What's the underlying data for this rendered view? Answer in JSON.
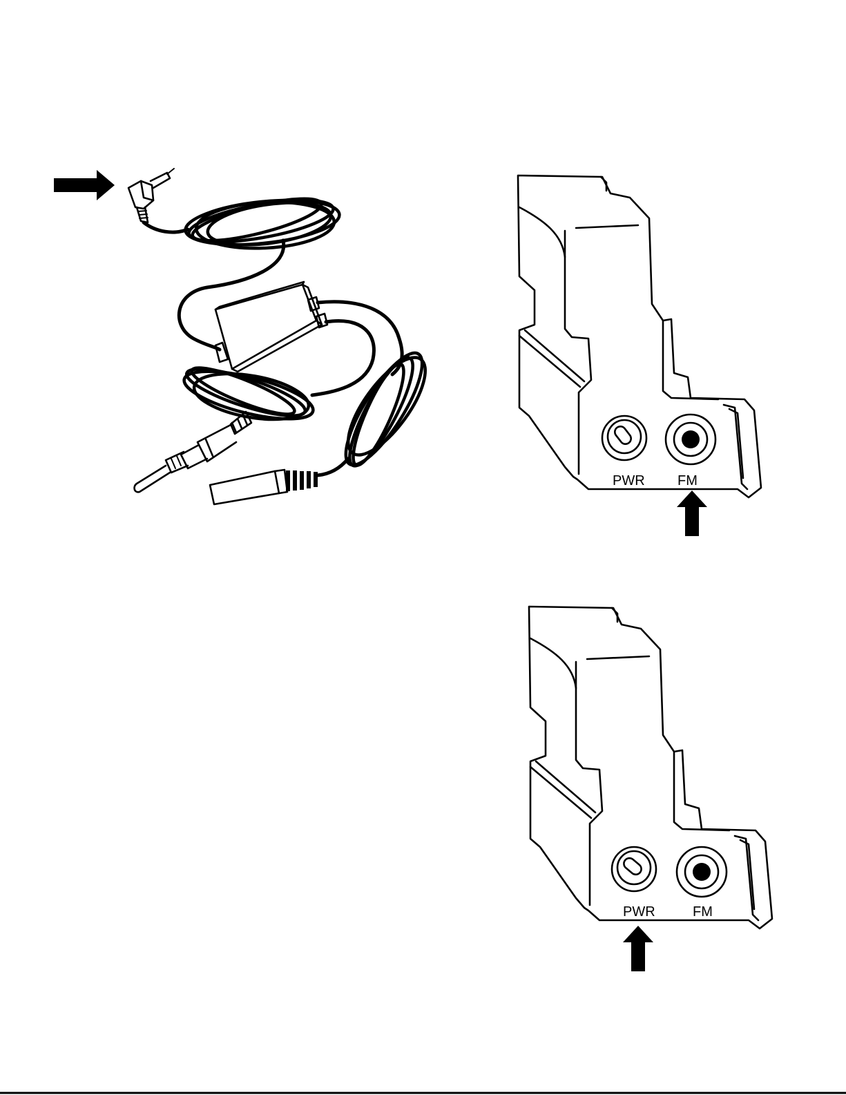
{
  "page": {
    "background": "#ffffff",
    "line_color": "#000000"
  },
  "panels": [
    {
      "id": "antenna-cable",
      "icons": [
        "arrow-right-icon",
        "plug-icon",
        "fm-transmitter-cable-icon"
      ]
    },
    {
      "id": "device-fm-highlight",
      "port_labels": {
        "pwr": "PWR",
        "fm": "FM"
      },
      "highlighted_port": "FM"
    },
    {
      "id": "device-pwr-highlight",
      "port_labels": {
        "pwr": "PWR",
        "fm": "FM"
      },
      "highlighted_port": "PWR"
    }
  ]
}
